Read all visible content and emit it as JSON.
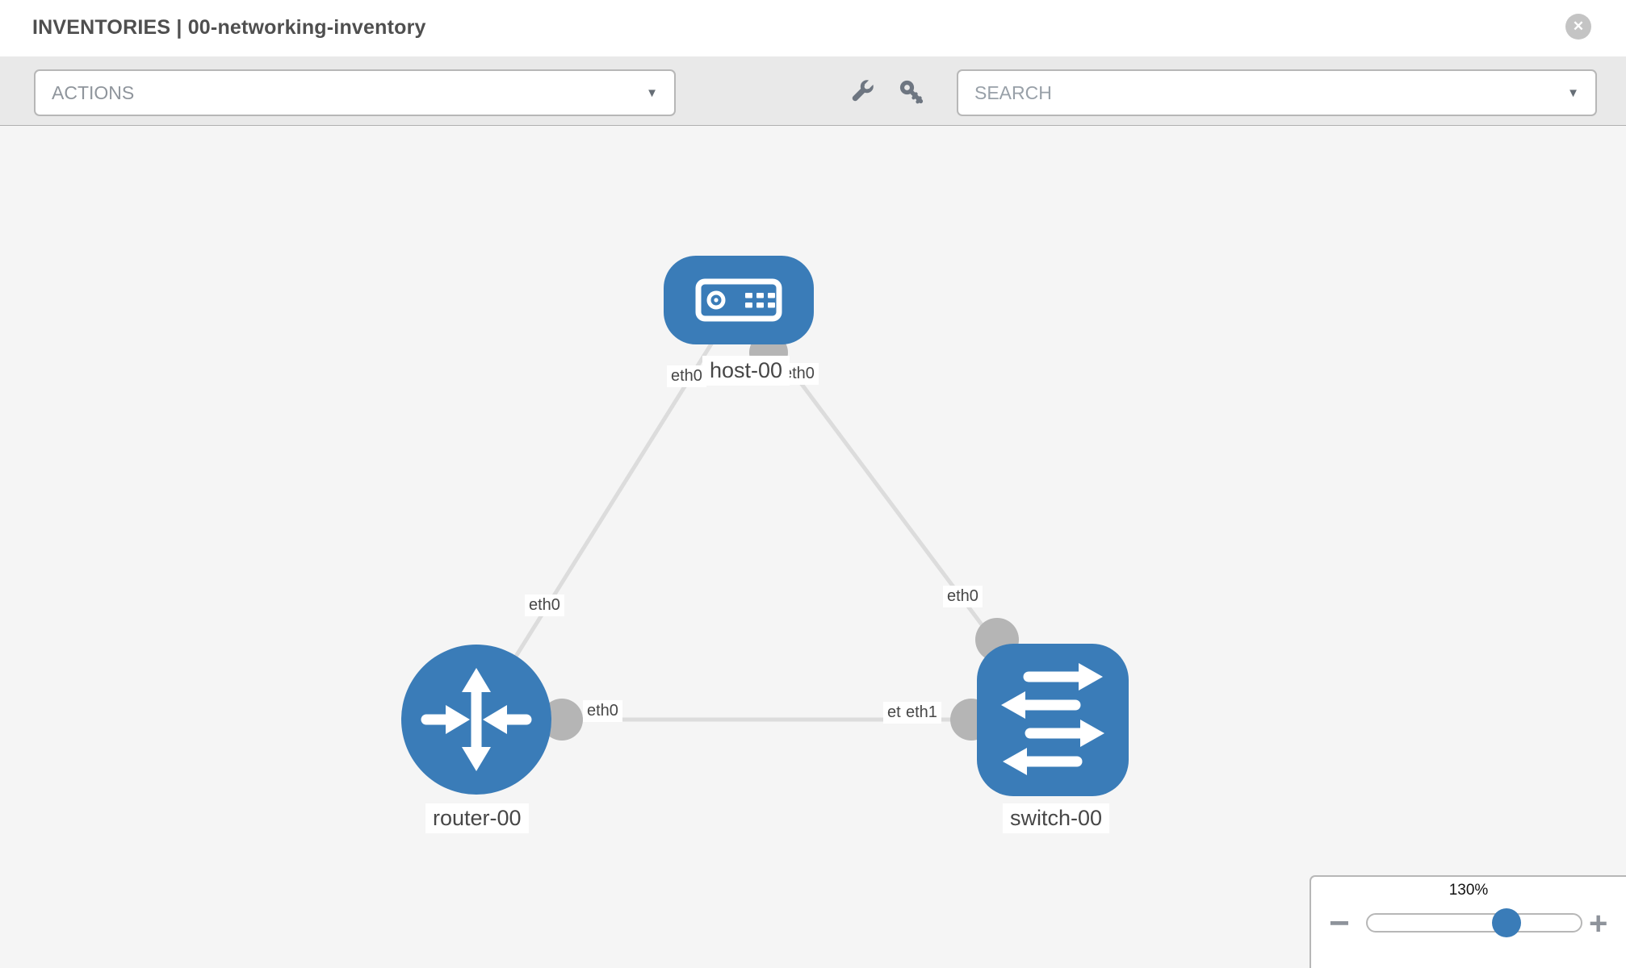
{
  "header": {
    "title": "INVENTORIES | 00-networking-inventory",
    "close_glyph": "✕"
  },
  "toolbar": {
    "actions_label": "ACTIONS",
    "search_placeholder": "SEARCH",
    "caret_glyph": "▼"
  },
  "topology": {
    "nodes": [
      {
        "id": "host-00",
        "label": "host-00",
        "type": "host",
        "icon": "server-icon"
      },
      {
        "id": "router-00",
        "label": "router-00",
        "type": "router",
        "icon": "crossed-arrows-icon"
      },
      {
        "id": "switch-00",
        "label": "switch-00",
        "type": "switch",
        "icon": "exchange-arrows-icon"
      }
    ],
    "links": [
      {
        "a_node": "host-00",
        "a_interface": "eth0",
        "b_node": "router-00",
        "b_interface": "eth0"
      },
      {
        "a_node": "host-00",
        "a_interface": "eth0",
        "b_node": "switch-00",
        "b_interface": "eth0"
      },
      {
        "a_node": "router-00",
        "a_interface": "eth0",
        "b_node": "switch-00",
        "b_interface": "eth1",
        "b_occluded_interface": "eth0"
      }
    ]
  },
  "zoom_control": {
    "value": "130%",
    "zoom_out_glyph": "−",
    "zoom_in_glyph": "+"
  },
  "colors": {
    "node_fill": "#3a7cb8",
    "link": "#dcdcdc",
    "connector": "#b5b5b5",
    "toolbar_bg": "#e9e9e9",
    "canvas_bg": "#f5f5f5"
  }
}
